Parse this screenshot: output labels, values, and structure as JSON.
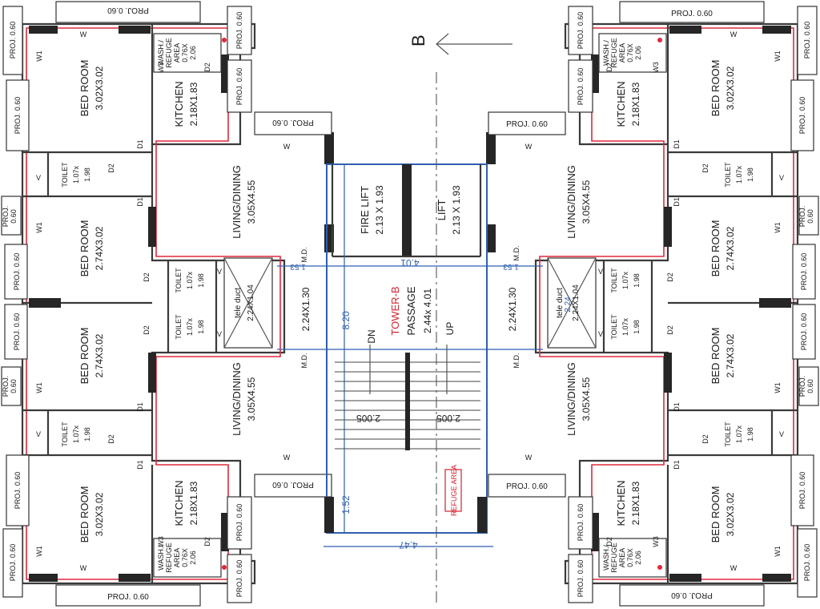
{
  "section_mark": "B",
  "tower": {
    "name": "TOWER-B",
    "passage_label": "PASSAGE",
    "passage_size": "2.44x 4.01",
    "up": "UP",
    "dn": "DN"
  },
  "lifts": {
    "fire_name": "FIRE LIFT",
    "fire_size": "2.13 X 1.93",
    "lift_name": "LIFT",
    "lift_size": "2.13 X 1.93"
  },
  "dims": {
    "height_820": "8.20",
    "height_152": "1.52",
    "width_447": "4.47",
    "width_401": "4.01",
    "lobby": "2.24X1.30",
    "side_153": "1.53",
    "flight": "2.005",
    "duct_224": "2.24"
  },
  "duct": {
    "name": "tele duct",
    "size": "2.24X1.04"
  },
  "proj": "PROJ. 0.60",
  "proj_short": "PROJ.",
  "proj_val": "0.60",
  "md": "M.D.",
  "rooms": {
    "bed": "BED ROOM",
    "bed_302": "3.02X3.02",
    "bed_274": "2.74X3.02",
    "kitchen": "KITCHEN",
    "kitchen_size": "2.18X1.83",
    "living": "LIVING/DINING",
    "living_size": "3.05X4.55",
    "toilet": "TOILET",
    "toilet_w": "1.07x",
    "toilet_h": "1.98",
    "wash": "WASH./",
    "wash2": "REFUGE",
    "wash3": "AREA",
    "wash4": "0.76X",
    "wash5": "2.06"
  },
  "marks": {
    "w": "W",
    "w1": "W1",
    "w3": "W3",
    "v": "V",
    "d1": "D1",
    "d2": "D2"
  },
  "refuge_box": "REFUGE AREA"
}
